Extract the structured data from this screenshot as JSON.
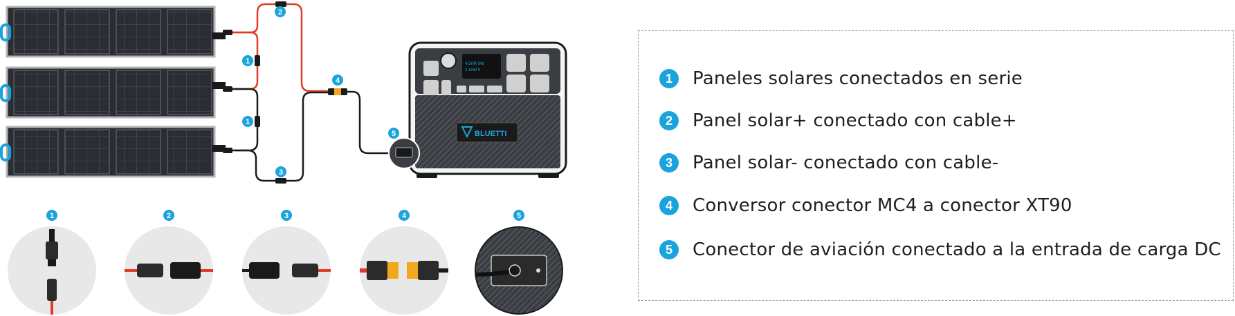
{
  "colors": {
    "accent": "#1aa3dc",
    "red_cable": "#e23c28",
    "black_cable": "#1a1a1a",
    "panel": "#2a2d33",
    "handle": "#1aa3dc",
    "detail_bg": "#e8e8e8",
    "xt90_yellow": "#f1a81c"
  },
  "brand": {
    "logo_text": "BLUETTI"
  },
  "screen": {
    "line1": "4.5HR 0W",
    "line2": "2.1kW h"
  },
  "diagram_badges": {
    "b1a": "1",
    "b1b": "1",
    "b2": "2",
    "b3": "3",
    "b4": "4",
    "b5": "5"
  },
  "details": [
    {
      "number": "1",
      "icon": "mc4-series-connector-icon"
    },
    {
      "number": "2",
      "icon": "mc4-positive-connector-icon"
    },
    {
      "number": "3",
      "icon": "mc4-negative-connector-icon"
    },
    {
      "number": "4",
      "icon": "mc4-xt90-adapter-icon"
    },
    {
      "number": "5",
      "icon": "aviation-connector-icon"
    }
  ],
  "legend": [
    {
      "number": "1",
      "text": "Paneles solares conectados en serie"
    },
    {
      "number": "2",
      "text": "Panel solar+ conectado con cable+"
    },
    {
      "number": "3",
      "text": "Panel solar- conectado con cable-"
    },
    {
      "number": "4",
      "text": "Conversor conector MC4 a conector XT90"
    },
    {
      "number": "5",
      "text": "Conector de aviación conectado a la entrada de carga DC"
    }
  ]
}
